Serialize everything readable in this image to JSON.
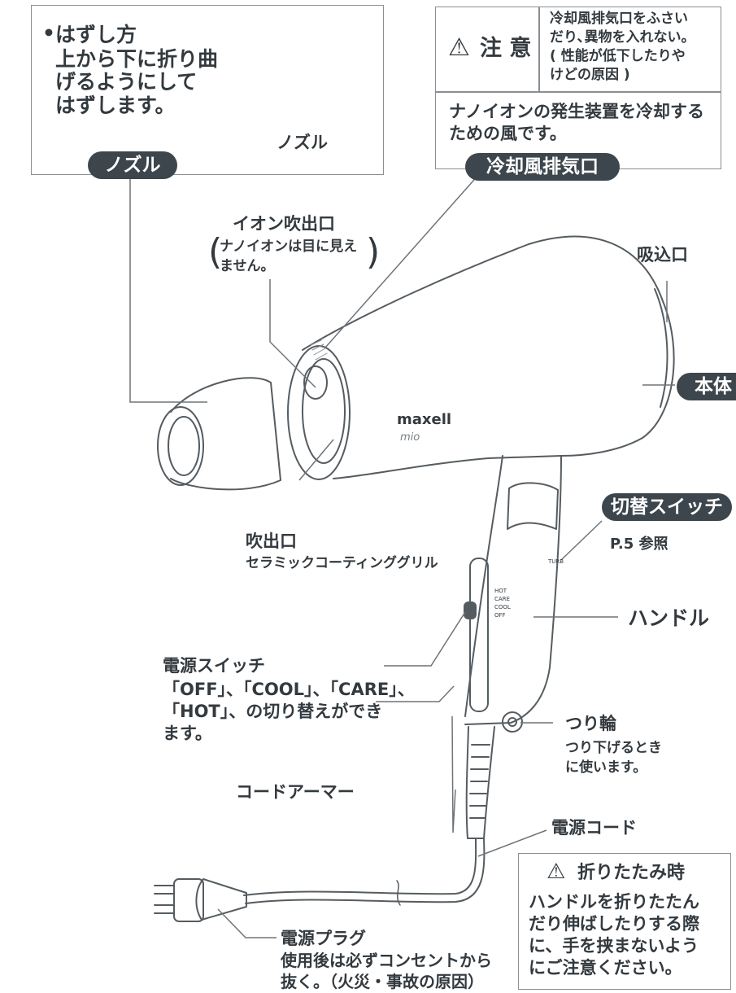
{
  "nozzle_box": {
    "bullet": "•",
    "lines": [
      "はずし方",
      "上から下に折り曲",
      "げるようにして",
      "はずします。"
    ],
    "illust_label": "ノズル"
  },
  "caution_box": {
    "title": "注 意",
    "text_lines": [
      "冷却風排気口をふさい",
      "だり､異物を入れない。",
      "( 性能が低下したりや",
      "けどの原因 )"
    ],
    "note_lines": [
      "ナノイオンの発生装置を冷却する",
      "ための風です。"
    ]
  },
  "labels": {
    "nozzle": "ノズル",
    "cooling_exhaust": "冷却風排気口",
    "ion_outlet_title": "イオン吹出口",
    "ion_outlet_note_1": "ナノイオンは目に見え",
    "ion_outlet_note_2": "ません。",
    "intake": "吸込口",
    "body": "本体",
    "mode_switch": "切替スイッチ",
    "mode_switch_ref": "P.5 参照",
    "outlet_title": "吹出口",
    "outlet_sub": "セラミックコーティンググリル",
    "handle": "ハンドル",
    "power_switch": "電源スイッチ",
    "power_switch_desc": [
      "「OFF」、「COOL」、「CARE」、",
      "「HOT」、の切り替えができ",
      "ます。"
    ],
    "hang_ring": "つり輪",
    "hang_ring_desc": [
      "つり下げるとき",
      "に使います。"
    ],
    "cord_armor": "コードアーマー",
    "power_cord": "電源コード",
    "plug": "電源プラグ",
    "plug_desc": [
      "使用後は必ずコンセントから",
      "抜く。（火災・事故の原因）"
    ]
  },
  "fold_box": {
    "title": "折りたたみ時",
    "lines": [
      "ハンドルを折りたたん",
      "だり伸ばしたりする際",
      "に、手を挟まないよう",
      "にご注意ください。"
    ]
  },
  "product_marks": {
    "brand": "maxell",
    "model": "mio",
    "switch_positions": [
      "HOT",
      "CARE",
      "COOL",
      "OFF"
    ],
    "turbo_mark": "TURB"
  },
  "colors": {
    "text": "#333a3f",
    "pill_bg": "#3d464c",
    "line": "#6d7479",
    "box_border": "#8a8f93"
  }
}
